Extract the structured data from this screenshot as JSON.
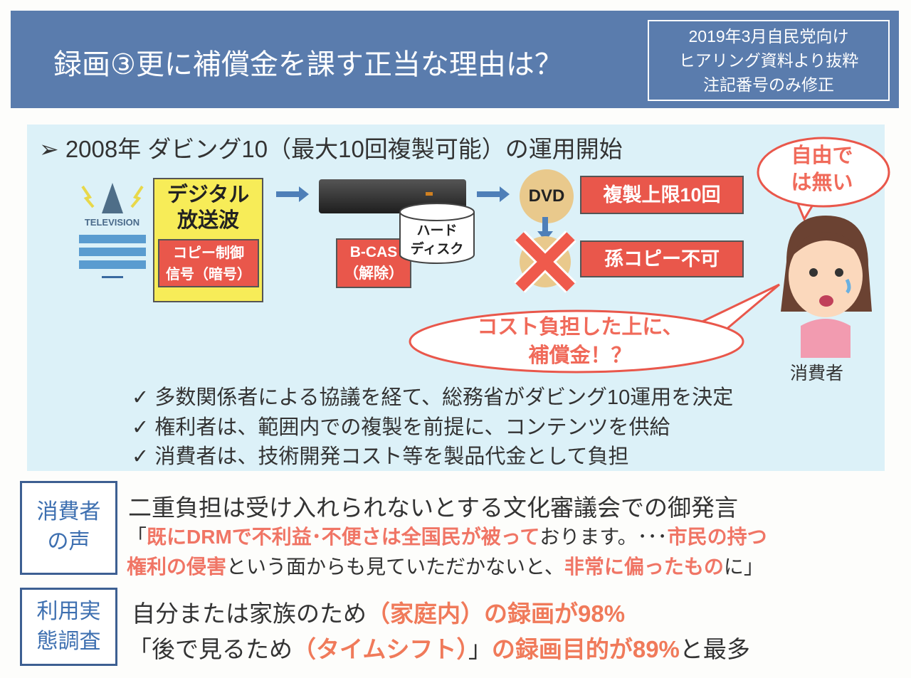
{
  "header": {
    "title": "録画③更に補償金を課す正当な理由は？",
    "note": [
      "2019年3月自民党向け",
      "ヒアリング資料より抜粋",
      "注記番号のみ修正"
    ]
  },
  "diagram": {
    "heading": "➢ 2008年 ダビング10（最大10回複製可能）の運用開始",
    "tv_label": "TELEVISION",
    "doc_title": [
      "デジタル",
      "放送波"
    ],
    "doc_red": [
      "コピー制御",
      "信号（暗号）"
    ],
    "bcas": [
      "B-CAS",
      "（解除）"
    ],
    "hdd": [
      "ハード",
      "ディスク"
    ],
    "dvd": "DVD",
    "copy_limit": "複製上限10回",
    "no_grandcopy": "孫コピー不可",
    "bubble_right": [
      "自由で",
      "は無い"
    ],
    "bubble_center": [
      "コスト負担した上に、",
      "補償金！？"
    ],
    "consumer_label": "消費者",
    "checks": [
      "✓ 多数関係者による協議を経て、総務省がダビング10運用を決定",
      "✓ 権利者は、範囲内での複製を前提に、コンテンツを供給",
      "✓ 消費者は、技術開発コスト等を製品代金として負担"
    ]
  },
  "voice": {
    "label": [
      "消費者",
      "の声"
    ],
    "headline": "二重負担は受け入れられないとする文化審議会での御発言",
    "quote1": [
      [
        "「",
        ""
      ],
      [
        "既にDRMで不利益･不便さは全国民が被って",
        "s"
      ],
      [
        "おります。･･･",
        ""
      ],
      [
        "市民の持つ",
        "s"
      ]
    ],
    "quote2": [
      [
        "権利の侵害",
        "s"
      ],
      [
        "という面からも見ていただかないと、",
        ""
      ],
      [
        "非常に偏ったもの",
        "s"
      ],
      [
        "に」",
        ""
      ]
    ]
  },
  "survey": {
    "label": [
      "利用実",
      "態調査"
    ],
    "line1": [
      [
        "自分または家族のため",
        ""
      ],
      [
        "（家庭内）の録画が98%",
        "o"
      ]
    ],
    "line2": [
      [
        "「後で見るため",
        ""
      ],
      [
        "（タイムシフト）",
        "o"
      ],
      [
        "」",
        ""
      ],
      [
        "の録画目的が89%",
        "o"
      ],
      [
        "と最多",
        ""
      ]
    ]
  },
  "colors": {
    "header": "#5a7cad",
    "panel": "#dcf1f8",
    "red": "#e9574b",
    "accent_text": "#f07565",
    "label_border": "#3d5f92"
  }
}
